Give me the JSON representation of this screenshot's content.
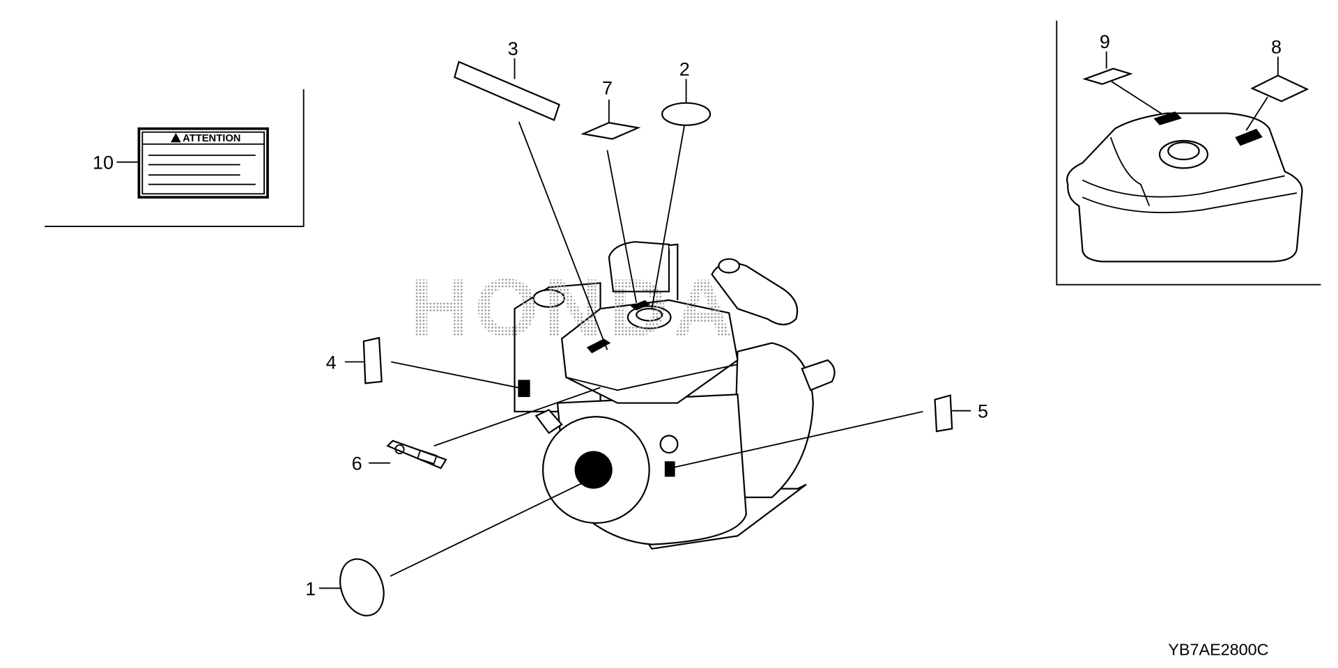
{
  "diagram": {
    "watermark": "HONDA",
    "diagram_code": "YB7AE2800C",
    "attention_label_text": "ATTENTION",
    "callouts": [
      "1",
      "2",
      "3",
      "4",
      "5",
      "6",
      "7",
      "8",
      "9",
      "10"
    ],
    "line_color": "#000000",
    "background": "#ffffff"
  }
}
